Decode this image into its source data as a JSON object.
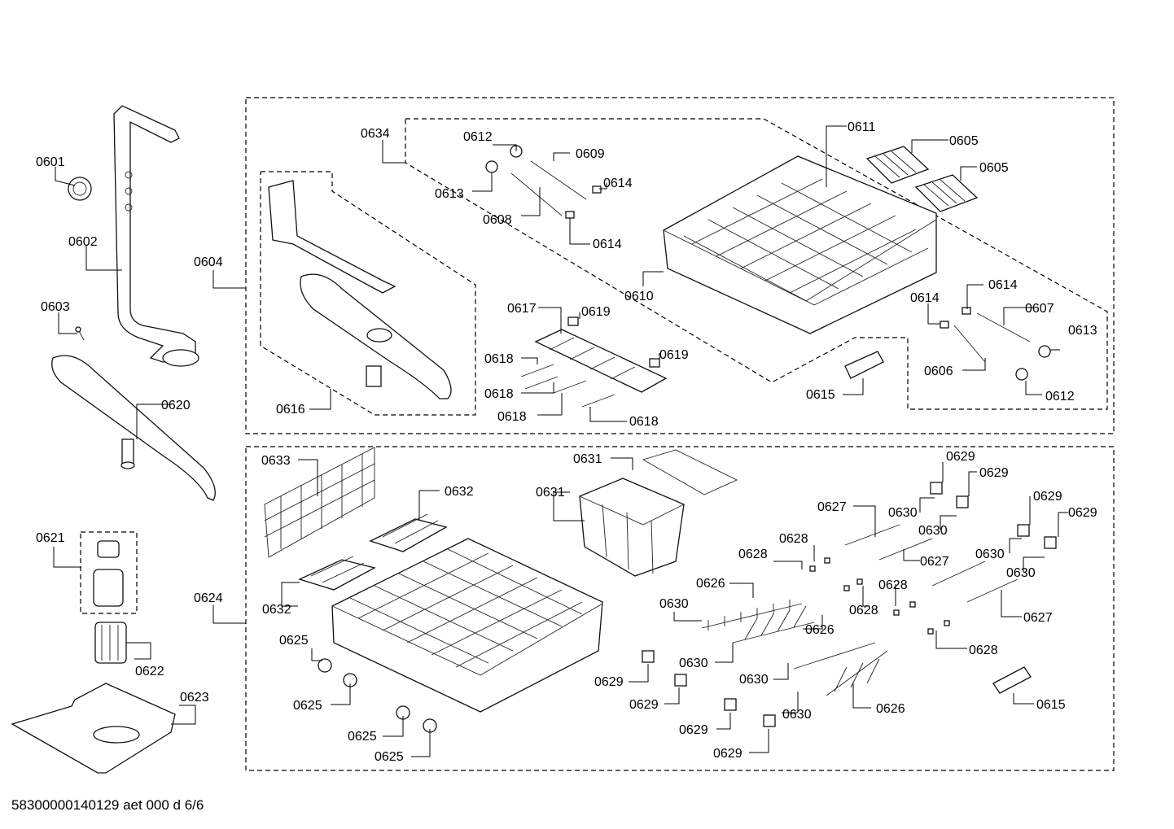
{
  "labels": {
    "p0601": "0601",
    "p0602": "0602",
    "p0603": "0603",
    "p0604": "0604",
    "p0605a": "0605",
    "p0605b": "0605",
    "p0606": "0606",
    "p0607": "0607",
    "p0608": "0608",
    "p0609": "0609",
    "p0610": "0610",
    "p0611": "0611",
    "p0612a": "0612",
    "p0612b": "0612",
    "p0613a": "0613",
    "p0613b": "0613",
    "p0614a": "0614",
    "p0614b": "0614",
    "p0614c": "0614",
    "p0614d": "0614",
    "p0615a": "0615",
    "p0615b": "0615",
    "p0616": "0616",
    "p0617": "0617",
    "p0618a": "0618",
    "p0618b": "0618",
    "p0618c": "0618",
    "p0618d": "0618",
    "p0619a": "0619",
    "p0619b": "0619",
    "p0620": "0620",
    "p0621": "0621",
    "p0622": "0622",
    "p0623": "0623",
    "p0624": "0624",
    "p0625a": "0625",
    "p0625b": "0625",
    "p0625c": "0625",
    "p0625d": "0625",
    "p0626a": "0626",
    "p0626b": "0626",
    "p0626c": "0626",
    "p0627a": "0627",
    "p0627b": "0627",
    "p0627c": "0627",
    "p0628a": "0628",
    "p0628b": "0628",
    "p0628c": "0628",
    "p0628d": "0628",
    "p0628e": "0628",
    "p0629a": "0629",
    "p0629b": "0629",
    "p0629c": "0629",
    "p0629d": "0629",
    "p0629e": "0629",
    "p0629f": "0629",
    "p0629g": "0629",
    "p0629h": "0629",
    "p0630a": "0630",
    "p0630b": "0630",
    "p0630c": "0630",
    "p0630d": "0630",
    "p0630e": "0630",
    "p0630f": "0630",
    "p0630g": "0630",
    "p0630h": "0630",
    "p0631a": "0631",
    "p0631b": "0631",
    "p0632a": "0632",
    "p0632b": "0632",
    "p0633": "0633",
    "p0634": "0634"
  },
  "footer": "58300000140129 aet 000 d 6/6"
}
